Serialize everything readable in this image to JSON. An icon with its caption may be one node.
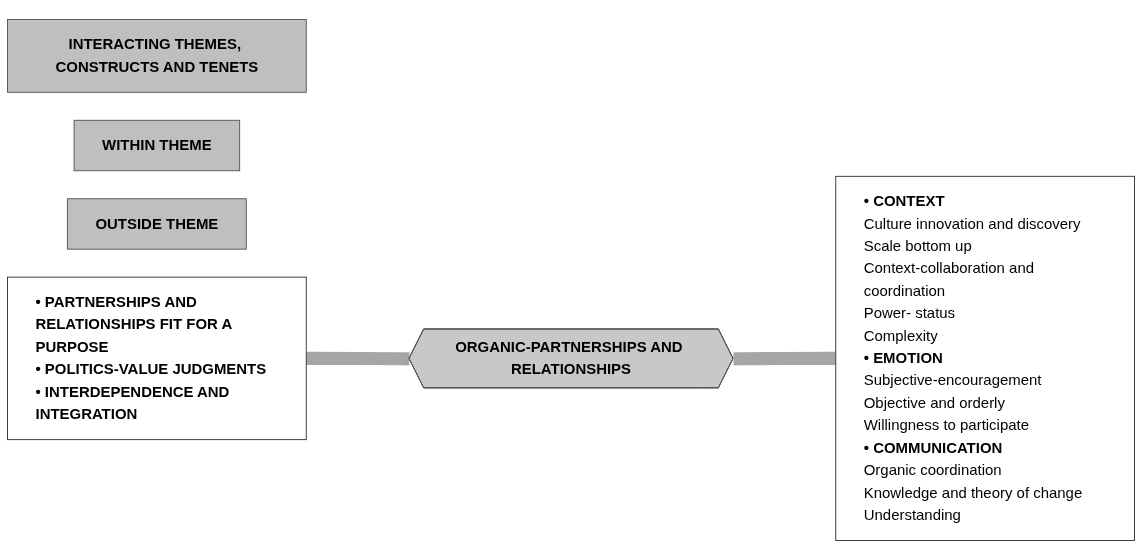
{
  "diagram": {
    "nodes": [
      {
        "text": [
          "INTERACTING THEMES, CONSTRUCTS AND TENETS"
        ]
      },
      {
        "text": [
          "WITHIN THEME"
        ]
      },
      {
        "text": [
          "OUTSIDE THEME"
        ]
      },
      {
        "text": [
          "• PARTNERSHIPS AND RELATIONSHIPS FIT FOR A PURPOSE",
          "• POLITICS-VALUE JUDGMENTS",
          "• INTERDEPENDENCE AND INTEGRATION"
        ]
      },
      {
        "text": [
          "ORGANIC-PARTNERSHIPS AND RELATIONSHIPS"
        ]
      },
      {
        "text": [
          "• CONTEXT",
          "Culture innovation and discovery",
          "Scale bottom up",
          "Context-collaboration and coordination",
          "Power- status",
          "Complexity",
          "• EMOTION",
          "Subjective-encouragement",
          "Objective and orderly",
          "Willingness to participate",
          "• COMMUNICATION",
          "Organic coordination",
          "Knowledge and theory of change",
          "Understanding"
        ]
      }
    ],
    "edges": [
      {
        "from": 3,
        "to": 4,
        "arrow": "none",
        "color": "#a6a6a6"
      },
      {
        "from": 4,
        "to": 5,
        "arrow": "none",
        "color": "#a6a6a6"
      }
    ]
  }
}
